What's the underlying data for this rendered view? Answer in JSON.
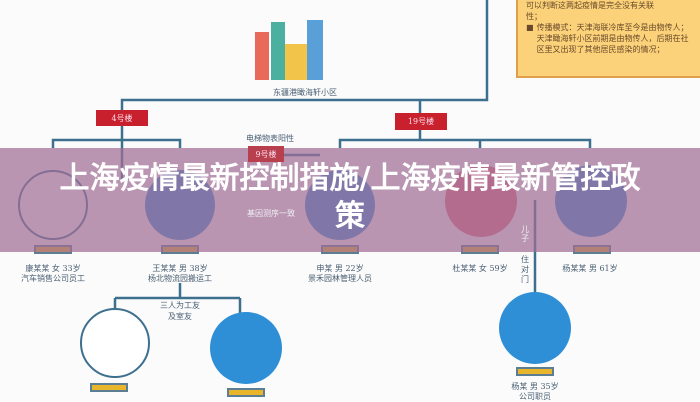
{
  "title": "上海疫情最新控制措施/上海疫情最新管控政策",
  "community": "东疆港瞰海轩小区",
  "buildings": {
    "b4": "4号楼",
    "b19": "19号楼",
    "b9": "9号楼"
  },
  "notes": {
    "elevator": "电梯物表阳性",
    "gene": "基因测序一致",
    "coworkers": "三人为工友\n及室友",
    "son": "儿子",
    "opposite": "住对门"
  },
  "panel": {
    "line1": "可以判断这两起疫情是完全没有关联",
    "line2": "性；",
    "bullet": "传播模式：天津海联冷库至今是由物传人；天津瞰海轩小区前期是由物传人，后期在社区里又出现了其他居民感染的情况；"
  },
  "people": [
    {
      "name": "康某某  女  33岁",
      "job": "汽车销售公司员工"
    },
    {
      "name": "王某某  男  38岁",
      "job": "杨北物流园搬运工"
    },
    {
      "name": "申某  男  22岁",
      "job": "景禾园林管理人员"
    },
    {
      "name": "杜某某  女  59岁",
      "job": ""
    },
    {
      "name": "杨某某  男  61岁",
      "job": ""
    },
    {
      "name": "杨某  男  35岁",
      "job": "公司职员"
    }
  ],
  "colors": {
    "line": "#3d6f8e",
    "red": "#c8202c",
    "blue": "#2f8fd6",
    "badge": "#e9b52a"
  }
}
